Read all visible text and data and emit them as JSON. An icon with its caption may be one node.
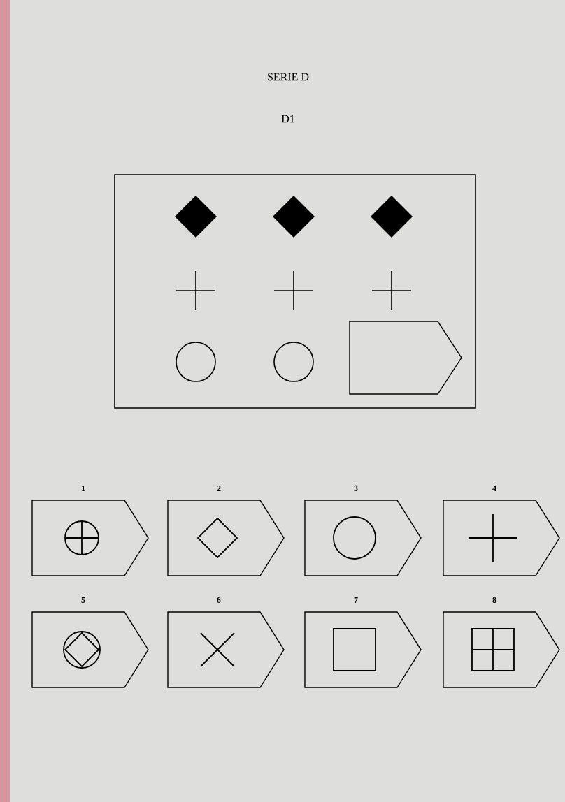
{
  "diagram": {
    "title": "SERIE D",
    "nodes": [
      {
        "text": [],
        "shape": "box"
      },
      {
        "text": [],
        "shape": "pentagon",
        "in": 0
      },
      {
        "text": [
          "1"
        ]
      },
      {
        "text": [
          "2"
        ]
      },
      {
        "text": [
          "3"
        ]
      },
      {
        "text": [
          "4"
        ]
      },
      {
        "text": [
          "5"
        ]
      },
      {
        "text": [
          "6"
        ]
      },
      {
        "text": [
          "7"
        ]
      },
      {
        "text": [
          "8"
        ]
      }
    ],
    "labels": [
      "D1"
    ]
  }
}
